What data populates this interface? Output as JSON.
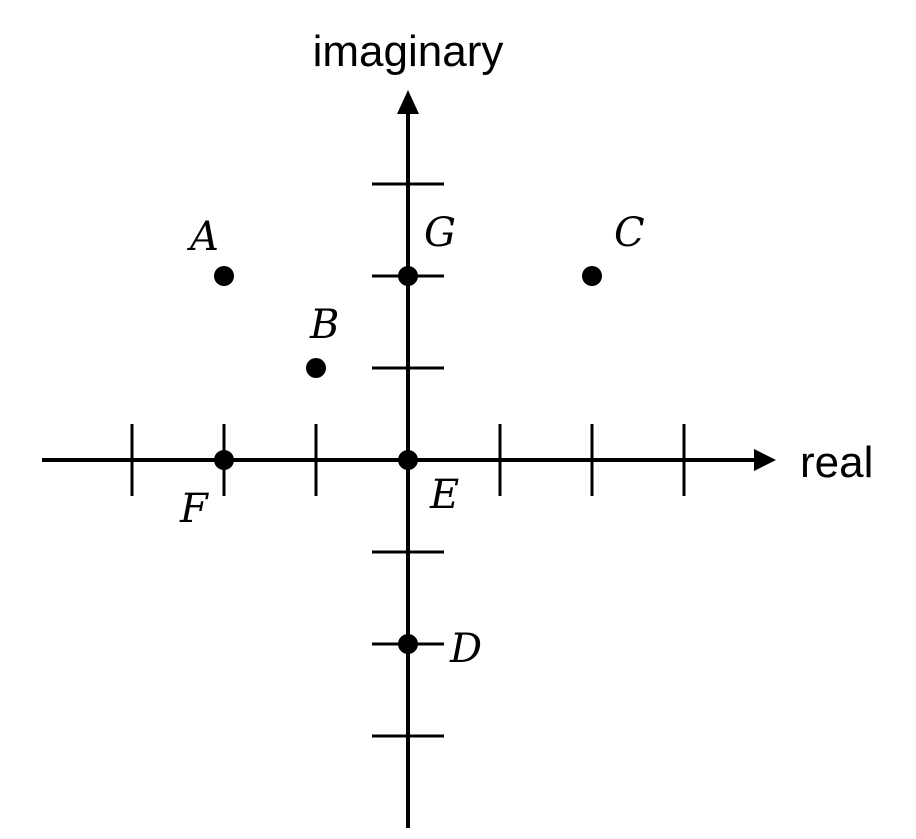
{
  "axes": {
    "x_label": "real",
    "y_label": "imaginary",
    "x_ticks": [
      -3,
      -2,
      -1,
      1,
      2,
      3
    ],
    "y_ticks": [
      -3,
      -2,
      -1,
      1,
      2,
      3
    ],
    "ink_color": "#000000"
  },
  "chart_data": {
    "type": "scatter",
    "xlabel": "real",
    "ylabel": "imaginary",
    "points": [
      {
        "label": "A",
        "x": -2,
        "y": 2
      },
      {
        "label": "B",
        "x": -1,
        "y": 1
      },
      {
        "label": "C",
        "x": 2,
        "y": 2
      },
      {
        "label": "D",
        "x": 0,
        "y": -2
      },
      {
        "label": "E",
        "x": 0,
        "y": 0
      },
      {
        "label": "F",
        "x": -2,
        "y": 0
      },
      {
        "label": "G",
        "x": 0,
        "y": 2
      }
    ]
  }
}
